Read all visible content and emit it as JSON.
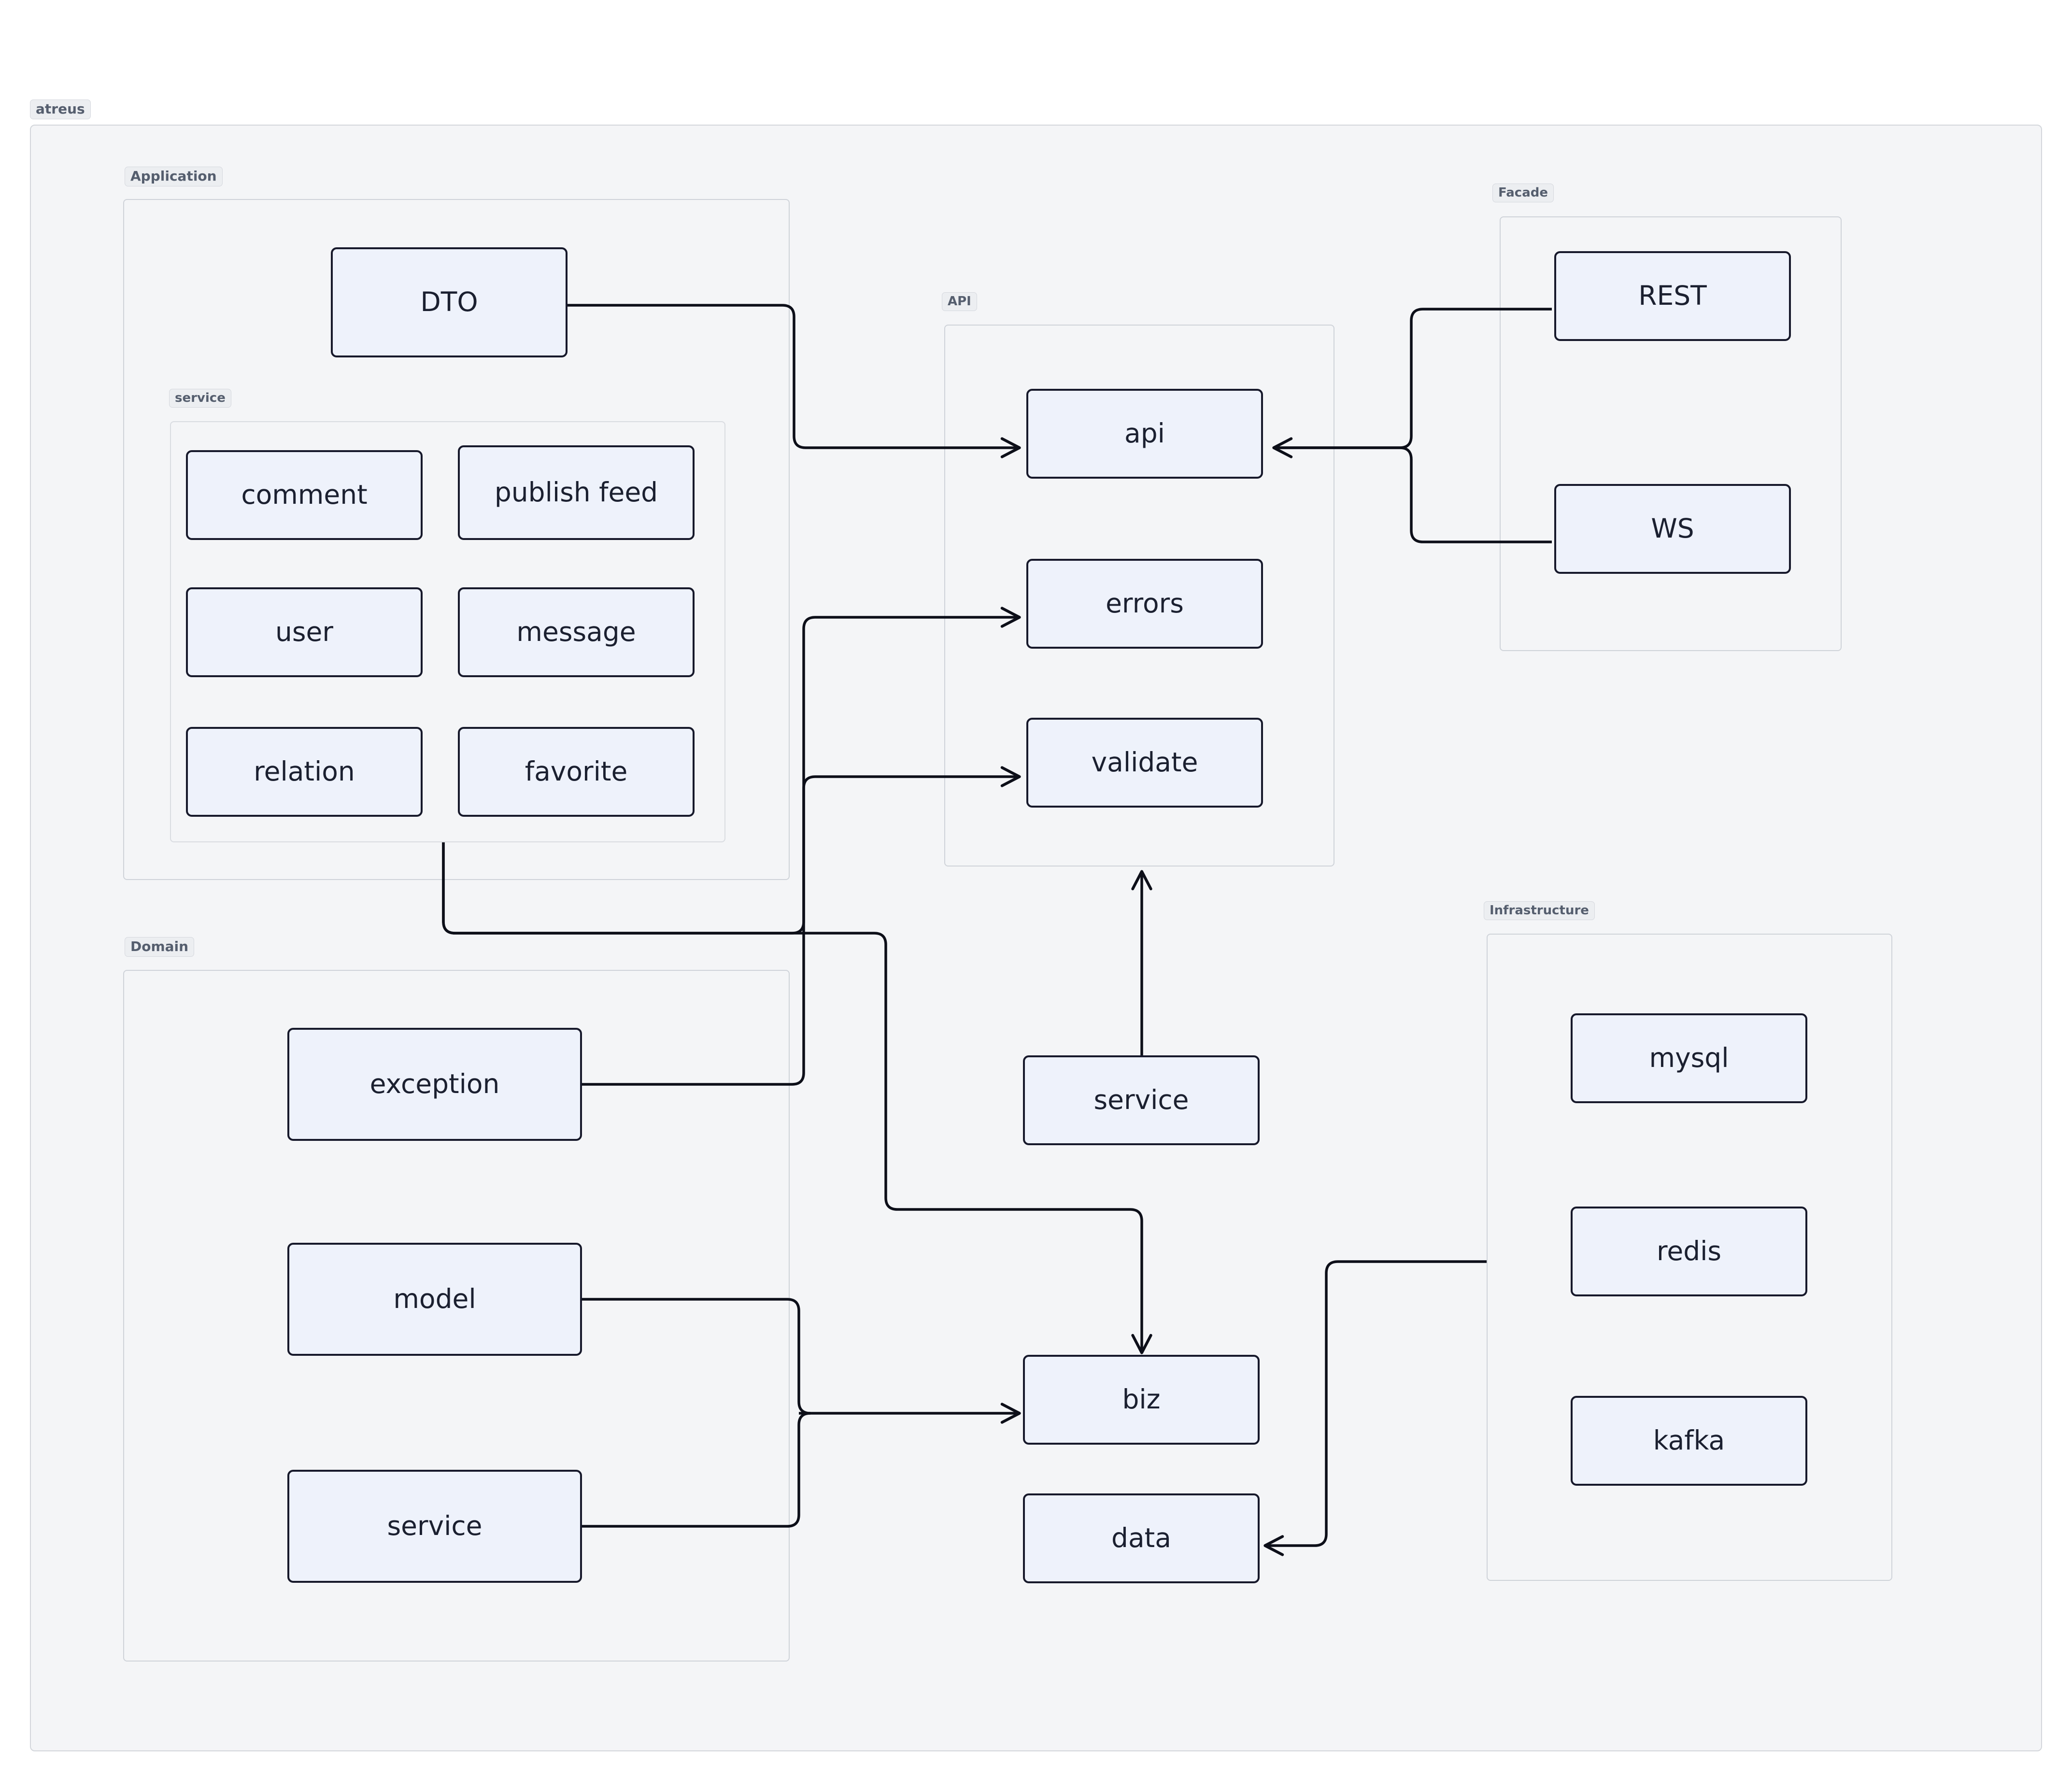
{
  "diagram": {
    "title": "atreus",
    "root_label": "atreus",
    "style": {
      "page_background": "#ffffff",
      "canvas_background": "#f4f5f7",
      "canvas_border": "#d3d6db",
      "cluster_border": "#cfd3d9",
      "node_fill": "#eef2fb",
      "node_border": "#17192b",
      "node_text": "#1b2030",
      "edge_color": "#0d0f19",
      "label_text": "#555e6e",
      "label_fill": "#eceef1"
    },
    "clusters": [
      {
        "id": "application",
        "label": "Application"
      },
      {
        "id": "application_service",
        "label": "service"
      },
      {
        "id": "api",
        "label": "API"
      },
      {
        "id": "facade",
        "label": "Facade"
      },
      {
        "id": "domain",
        "label": "Domain"
      },
      {
        "id": "infrastructure",
        "label": "Infrastructure"
      }
    ],
    "nodes": {
      "dto": {
        "label": "DTO",
        "cluster": "application"
      },
      "comment": {
        "label": "comment",
        "cluster": "application_service"
      },
      "publishfeed": {
        "label": "publish feed",
        "cluster": "application_service"
      },
      "user": {
        "label": "user",
        "cluster": "application_service"
      },
      "message": {
        "label": "message",
        "cluster": "application_service"
      },
      "relation": {
        "label": "relation",
        "cluster": "application_service"
      },
      "favorite": {
        "label": "favorite",
        "cluster": "application_service"
      },
      "api": {
        "label": "api",
        "cluster": "api"
      },
      "errors": {
        "label": "errors",
        "cluster": "api"
      },
      "validate": {
        "label": "validate",
        "cluster": "api"
      },
      "rest": {
        "label": "REST",
        "cluster": "facade"
      },
      "ws": {
        "label": "WS",
        "cluster": "facade"
      },
      "exception": {
        "label": "exception",
        "cluster": "domain"
      },
      "model": {
        "label": "model",
        "cluster": "domain"
      },
      "domservice": {
        "label": "service",
        "cluster": "domain"
      },
      "midservice": {
        "label": "service",
        "cluster": null
      },
      "biz": {
        "label": "biz",
        "cluster": null
      },
      "data": {
        "label": "data",
        "cluster": null
      },
      "mysql": {
        "label": "mysql",
        "cluster": "infrastructure"
      },
      "redis": {
        "label": "redis",
        "cluster": "infrastructure"
      },
      "kafka": {
        "label": "kafka",
        "cluster": "infrastructure"
      }
    },
    "edges": [
      {
        "from": "dto",
        "to": "api",
        "arrow": "to"
      },
      {
        "from": "rest",
        "to": "api",
        "arrow": "to"
      },
      {
        "from": "ws",
        "to": "api",
        "arrow": "to"
      },
      {
        "from": "exception",
        "to": "errors",
        "arrow": "to"
      },
      {
        "from": "application_service",
        "to": "validate",
        "arrow": "to"
      },
      {
        "from": "midservice",
        "to": "validate",
        "arrow": "to"
      },
      {
        "from": "application_service",
        "to": "biz",
        "arrow": "to"
      },
      {
        "from": "model",
        "to": "biz",
        "arrow": "to"
      },
      {
        "from": "domservice",
        "to": "biz",
        "arrow": "to"
      },
      {
        "from": "infrastructure",
        "to": "data",
        "arrow": "to"
      }
    ]
  }
}
